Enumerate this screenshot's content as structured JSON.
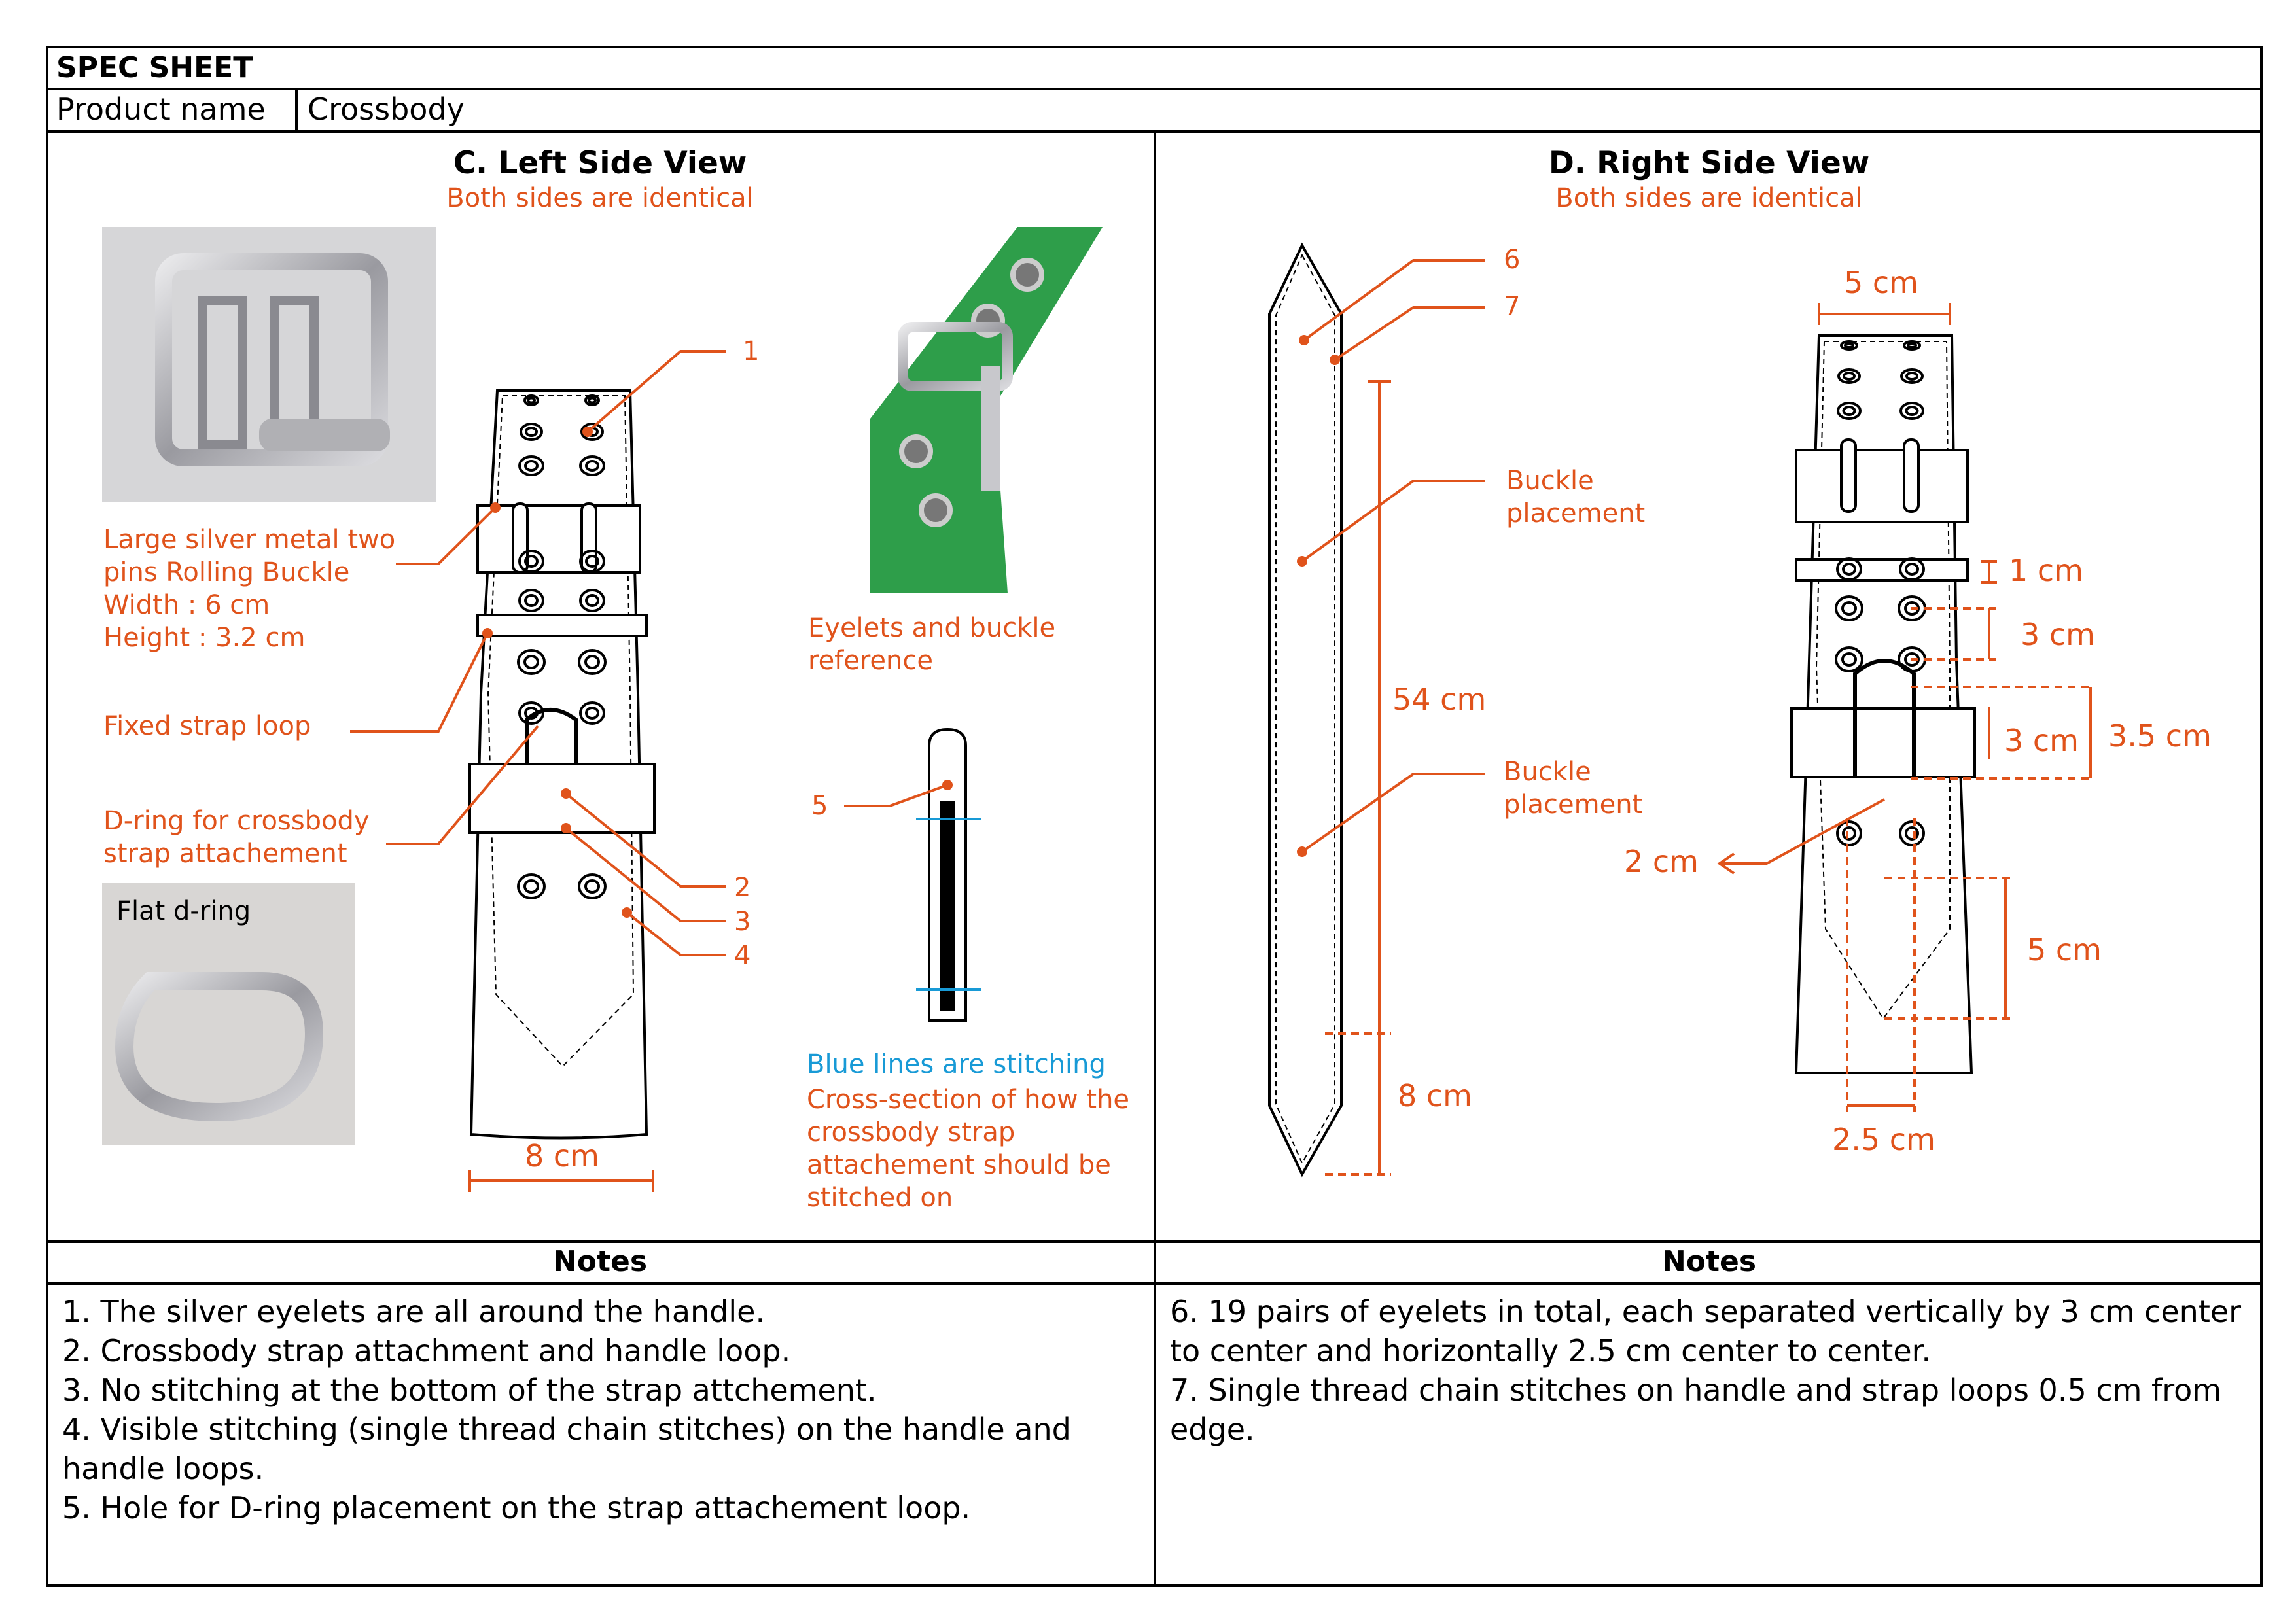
{
  "header": {
    "title": "SPEC SHEET",
    "product_label": "Product name",
    "product_value": "Crossbody"
  },
  "left_view": {
    "title": "C. Left Side View",
    "subtitle": "Both sides are identical",
    "buckle_label_lines": [
      "Large silver metal two",
      "pins Rolling Buckle",
      "Width : 6 cm",
      "Height : 3.2 cm"
    ],
    "strap_loop_label": "Fixed strap loop",
    "dring_label_lines": [
      "D-ring for crossbody",
      "strap attachement"
    ],
    "flat_dring_label": "Flat d-ring",
    "reference_label_lines": [
      "Eyelets and buckle",
      "reference"
    ],
    "stitching_label": "Blue lines are stitching",
    "cross_section_lines": [
      "Cross-section of how the",
      "crossbody strap",
      "attachement should be",
      "stitched on"
    ],
    "callouts": [
      "1",
      "2",
      "3",
      "4",
      "5"
    ],
    "width_dim": "8 cm"
  },
  "right_view": {
    "title": "D. Right Side View",
    "subtitle": "Both sides are identical",
    "callouts": [
      "6",
      "7"
    ],
    "buckle_placement_lines": [
      "Buckle",
      "placement"
    ],
    "dims": {
      "length": "54 cm",
      "tip": "8 cm",
      "top_width": "5 cm",
      "loop": "1 cm",
      "eyelet_spacing": "3 cm",
      "loop2": "3 cm",
      "loop_total": "3.5 cm",
      "side": "2 cm",
      "tip_length": "5 cm",
      "eyelet_h": "2.5 cm"
    }
  },
  "notes": {
    "left_heading": "Notes",
    "right_heading": "Notes",
    "left": [
      "1. The silver eyelets are all around the handle.",
      "2. Crossbody strap attachment and handle loop.",
      "3. No stitching at the bottom of the strap attchement.",
      "4. Visible stitching (single thread chain stitches) on the handle and",
      "handle loops.",
      "5. Hole for D-ring placement on the strap attachement loop."
    ],
    "right": [
      "6. 19 pairs of eyelets in total, each separated vertically by 3 cm center",
      "to center and horizontally 2.5 cm center to center.",
      "7. Single thread chain stitches on handle and strap loops 0.5 cm from",
      "edge."
    ]
  },
  "colors": {
    "annotation": "#e0531b",
    "stitching": "#189ad6",
    "leather": "#2e9e4a",
    "metal": "#b8b8bc"
  }
}
